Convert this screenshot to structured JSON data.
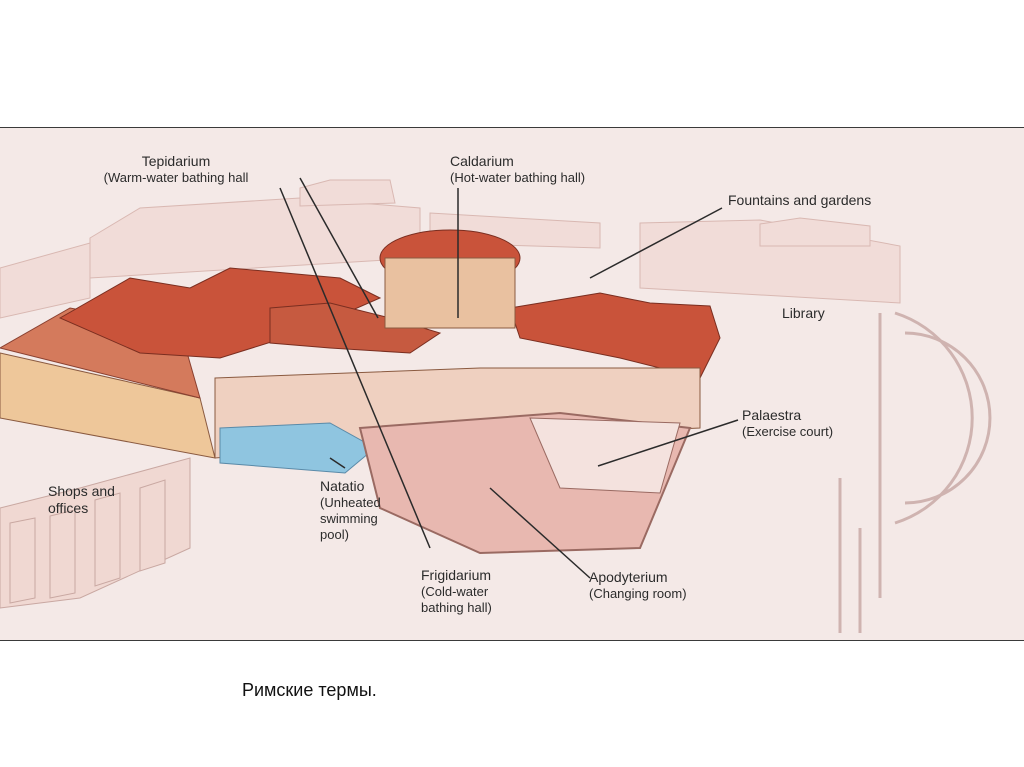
{
  "caption": "Римские термы.",
  "labels": {
    "tepidarium": {
      "name": "Tepidarium",
      "desc": "(Warm-water bathing hall"
    },
    "caldarium": {
      "name": "Caldarium",
      "desc": "(Hot-water bathing hall)"
    },
    "fountains": {
      "name": "Fountains and gardens"
    },
    "library": {
      "name": "Library"
    },
    "palaestra": {
      "name": "Palaestra",
      "desc": "(Exercise court)"
    },
    "shops": {
      "line1": "Shops and",
      "line2": "offices"
    },
    "natatio": {
      "line1": "Natatio",
      "line2": "(Unheated",
      "line3": "swimming",
      "line4": "pool)"
    },
    "frigidarium": {
      "line1": "Frigidarium",
      "line2": "(Cold-water",
      "line3": "bathing hall)"
    },
    "apodyterium": {
      "name": "Apodyterium",
      "desc": "(Changing room)"
    }
  },
  "colors": {
    "background": "#f4e9e7",
    "roof": "#c9533a",
    "wall": "#eec79a",
    "pool": "#8fc5e0",
    "floor": "#e8b8b0",
    "leader": "#2b2b2b"
  }
}
